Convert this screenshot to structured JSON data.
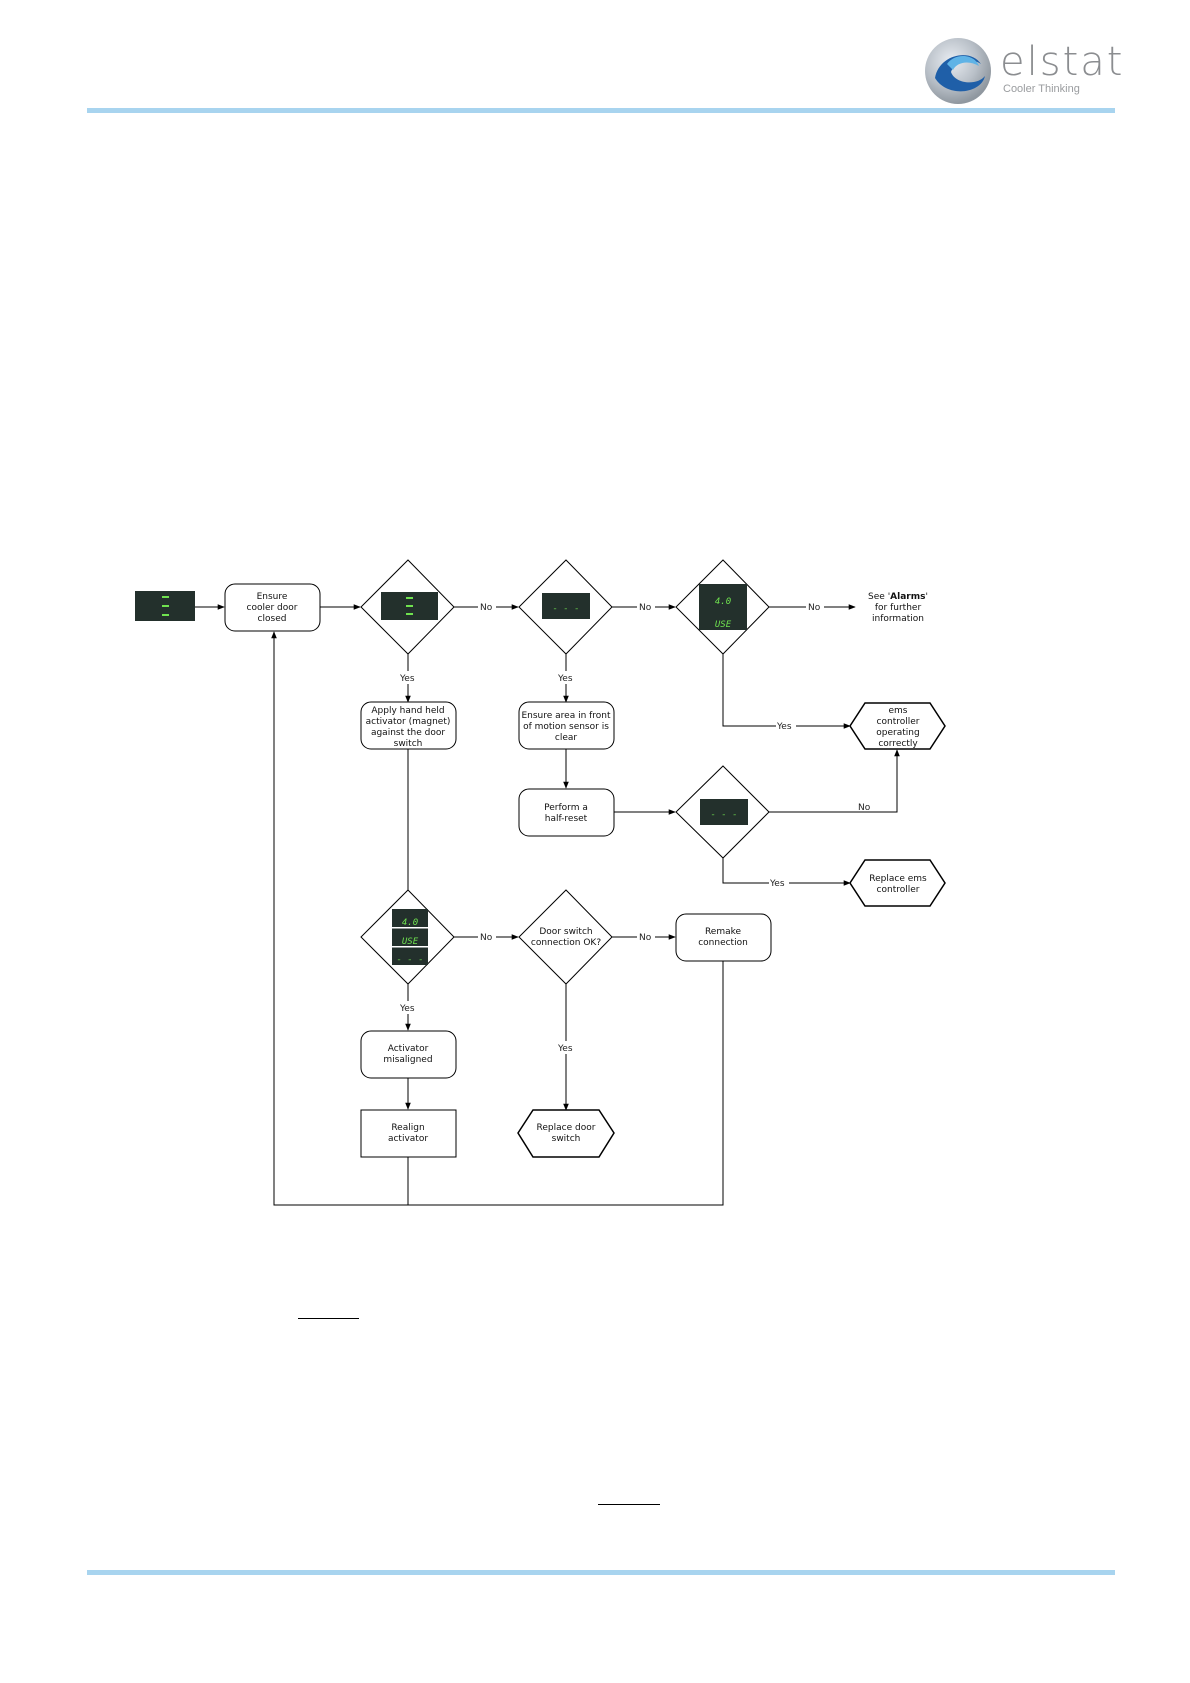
{
  "header": {
    "brand": "elstat",
    "tagline": "Cooler Thinking",
    "accent_color": "#a8d4ef",
    "logo_icon": "elstat-swirl-logo-icon"
  },
  "flowchart": {
    "nodes": {
      "ensure_door": [
        "Ensure",
        "cooler door",
        "closed"
      ],
      "see_alarms": {
        "pre": "See '",
        "bold": "Alarms",
        "post": "'",
        "lines": [
          "for further",
          "information"
        ]
      },
      "apply_activator": [
        "Apply hand held",
        "activator (magnet)",
        "against the door",
        "switch"
      ],
      "ensure_area": [
        "Ensure area in front",
        "of motion sensor is",
        "clear"
      ],
      "ems_ok": [
        "ems",
        "controller",
        "operating",
        "correctly"
      ],
      "half_reset": [
        "Perform a",
        "half-reset"
      ],
      "replace_ems": [
        "Replace ems",
        "controller"
      ],
      "door_switch_q": [
        "Door switch",
        "connection OK?"
      ],
      "remake": [
        "Remake",
        "connection"
      ],
      "activator_misaligned": [
        "Activator",
        "misaligned"
      ],
      "realign": [
        "Realign",
        "activator"
      ],
      "replace_switch": [
        "Replace door",
        "switch"
      ]
    },
    "displays": {
      "temp": "4.0",
      "use": "USE",
      "dash": "- - -"
    },
    "labels": {
      "yes": "Yes",
      "no": "No"
    }
  }
}
